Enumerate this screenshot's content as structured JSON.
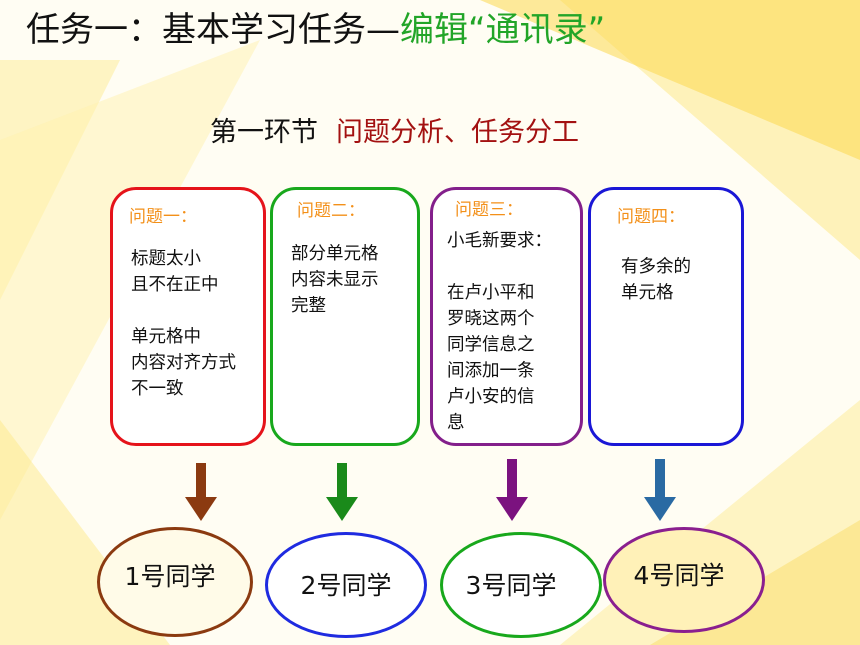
{
  "title": {
    "main": "任务一：基本学习任务—",
    "highlight": "编辑“通讯录”"
  },
  "section": {
    "label": "第一环节",
    "topic": "问题分析、任务分工"
  },
  "cards": [
    {
      "heading": "问题一：",
      "text": "标题太小\n且不在正中\n\n单元格中\n内容对齐方式\n不一致",
      "color": "#e5131a"
    },
    {
      "heading": "问题二：",
      "text": "部分单元格\n内容未显示\n完整",
      "color": "#18a81c"
    },
    {
      "heading": "问题三：",
      "text": "小毛新要求：\n\n在卢小平和\n罗晓这两个\n同学信息之\n间添加一条\n卢小安的信\n息",
      "color": "#831f8b"
    },
    {
      "heading": "问题四：",
      "text": "有多余的\n单元格",
      "color": "#1a17d6"
    }
  ],
  "arrow_colors": [
    "#8b3a10",
    "#1a8a1a",
    "#7b127f",
    "#2a6aa3"
  ],
  "assignees": [
    {
      "label": "1号同学",
      "border": "#8b3a10"
    },
    {
      "label": "2号同学",
      "border": "#1f2be0"
    },
    {
      "label": "3号同学",
      "border": "#18a81c"
    },
    {
      "label": "4号同学",
      "border": "#8a1f8f"
    }
  ]
}
